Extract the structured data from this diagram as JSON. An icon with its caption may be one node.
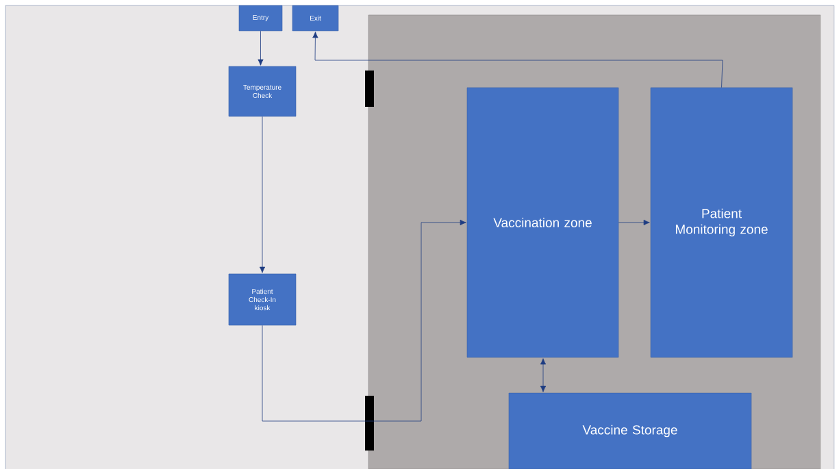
{
  "diagram": {
    "nodes": [
      {
        "text": [
          "Entry"
        ]
      },
      {
        "text": [
          "Exit"
        ]
      },
      {
        "text": [
          "Temperature Check"
        ]
      },
      {
        "text": [
          "Patient Check-In kiosk"
        ]
      },
      {
        "text": [],
        "shape": "box"
      },
      {
        "text": [
          "Vaccination zone"
        ],
        "in": 4
      },
      {
        "text": [
          "Patient Monitoring zone"
        ],
        "in": 4
      },
      {
        "text": [
          "Vaccine Storage"
        ],
        "in": 4
      }
    ],
    "edges": [
      {
        "from": 0,
        "to": 2,
        "arrow": "to"
      },
      {
        "from": 2,
        "to": 3,
        "arrow": "to"
      },
      {
        "from": 3,
        "to": 5,
        "arrow": "to"
      },
      {
        "from": 5,
        "to": 6,
        "arrow": "to"
      },
      {
        "from": 5,
        "to": 7,
        "arrow": "both"
      },
      {
        "from": 6,
        "to": 1,
        "arrow": "to"
      }
    ]
  }
}
